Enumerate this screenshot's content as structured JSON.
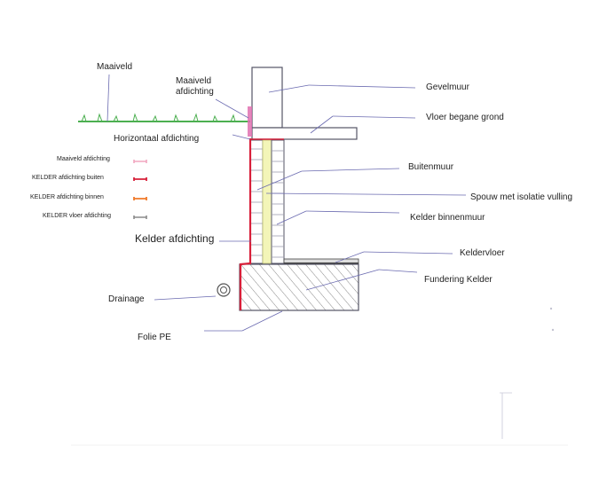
{
  "labels": {
    "maaiveld": "Maaiveld",
    "maaiveld_afdichting_line1": "Maaiveld",
    "maaiveld_afdichting_line2": "afdichting",
    "horizontaal_afdichting": "Horizontaal afdichting",
    "kelder_afdichting": "Kelder afdichting",
    "drainage": "Drainage",
    "folie_pe": "Folie PE",
    "gevelmuur": "Gevelmuur",
    "vloer_begane_grond": "Vloer begane grond",
    "buitenmuur": "Buitenmuur",
    "spouw_isolatie": "Spouw met isolatie vulling",
    "kelder_binnenmuur": "Kelder binnenmuur",
    "keldervloer": "Keldervloer",
    "fundering_kelder": "Fundering Kelder"
  },
  "legend": [
    {
      "label": "Maaiveld afdichting",
      "color": "#f2a6bf"
    },
    {
      "label": "KELDER afdichting buiten",
      "color": "#d8203a"
    },
    {
      "label": "KELDER afdichting binnen",
      "color": "#f07a2a"
    },
    {
      "label": "KELDER vloer afdichting",
      "color": "#8a8a8a"
    }
  ],
  "colors": {
    "grass": "#4caf50",
    "outer_seal": "#d8203a",
    "ground_seal": "#e070b0",
    "insulation": "#f3f5b8",
    "leader": "#6a6ab0",
    "structure": "#555566",
    "floor_seal": "#444444"
  }
}
